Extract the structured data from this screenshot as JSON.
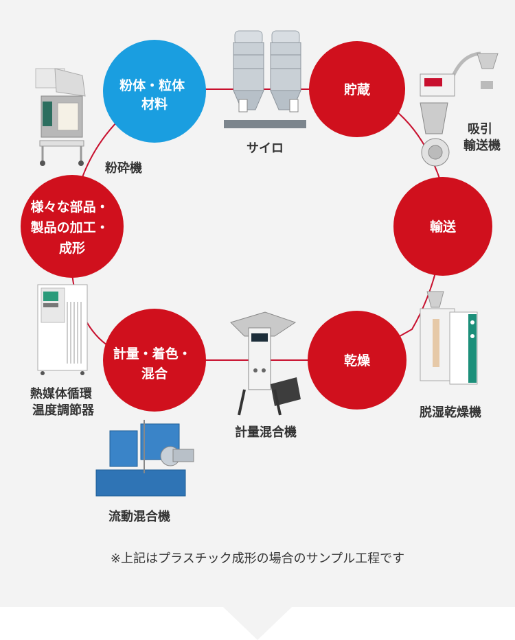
{
  "colors": {
    "background": "#f3f3f3",
    "loop_line": "#c8102e",
    "node_red": "#d0101d",
    "node_blue": "#1a9ee0",
    "bottom_band": "#ffffff"
  },
  "nodes": {
    "material": {
      "lines": [
        "粉体・粒体",
        "材料"
      ]
    },
    "storage": {
      "lines": [
        "貯蔵"
      ]
    },
    "transport": {
      "lines": [
        "輸送"
      ]
    },
    "drying": {
      "lines": [
        "乾燥"
      ]
    },
    "weighing": {
      "lines": [
        "計量・着色・",
        "混合"
      ]
    },
    "molding": {
      "lines": [
        "様々な部品・",
        "製品の加工・",
        "成形"
      ]
    }
  },
  "machines": {
    "silo": {
      "lines": [
        "サイロ"
      ],
      "icon": "silo-icon"
    },
    "suction_conveyor": {
      "lines": [
        "吸引",
        "輸送機"
      ],
      "icon": "suction-conveyor-icon"
    },
    "dehumidifying_dryer": {
      "lines": [
        "脱湿乾燥機"
      ],
      "icon": "dryer-icon"
    },
    "weighing_mixer": {
      "lines": [
        "計量混合機"
      ],
      "icon": "weighing-mixer-icon"
    },
    "fluid_mixer": {
      "lines": [
        "流動混合機"
      ],
      "icon": "fluid-mixer-icon"
    },
    "temp_controller": {
      "lines": [
        "熱媒体循環",
        "温度調節器"
      ],
      "icon": "temperature-controller-icon"
    },
    "crusher": {
      "lines": [
        "粉砕機"
      ],
      "icon": "crusher-icon"
    }
  },
  "footnote": "※上記はプラスチック成形の場合のサンプル工程です"
}
